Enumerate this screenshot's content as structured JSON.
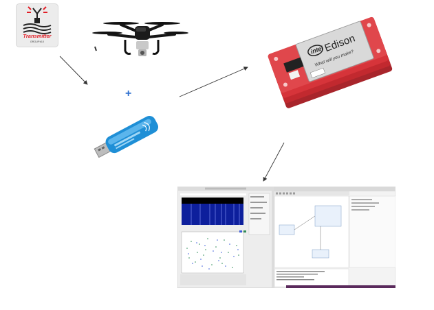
{
  "transmitter": {
    "label": "Transmitter",
    "sublabel": "GROUP#10"
  },
  "edison": {
    "brand": "intel",
    "model": "Edison",
    "tagline": "What will you make?"
  },
  "colors": {
    "arrow": "#333333",
    "plus": "#2e6fcf",
    "board_red": "#d6343a",
    "dongle_blue": "#1f8fd6",
    "spectrum_blue": "#0d1f9c"
  },
  "icons": {
    "plus": "+"
  }
}
